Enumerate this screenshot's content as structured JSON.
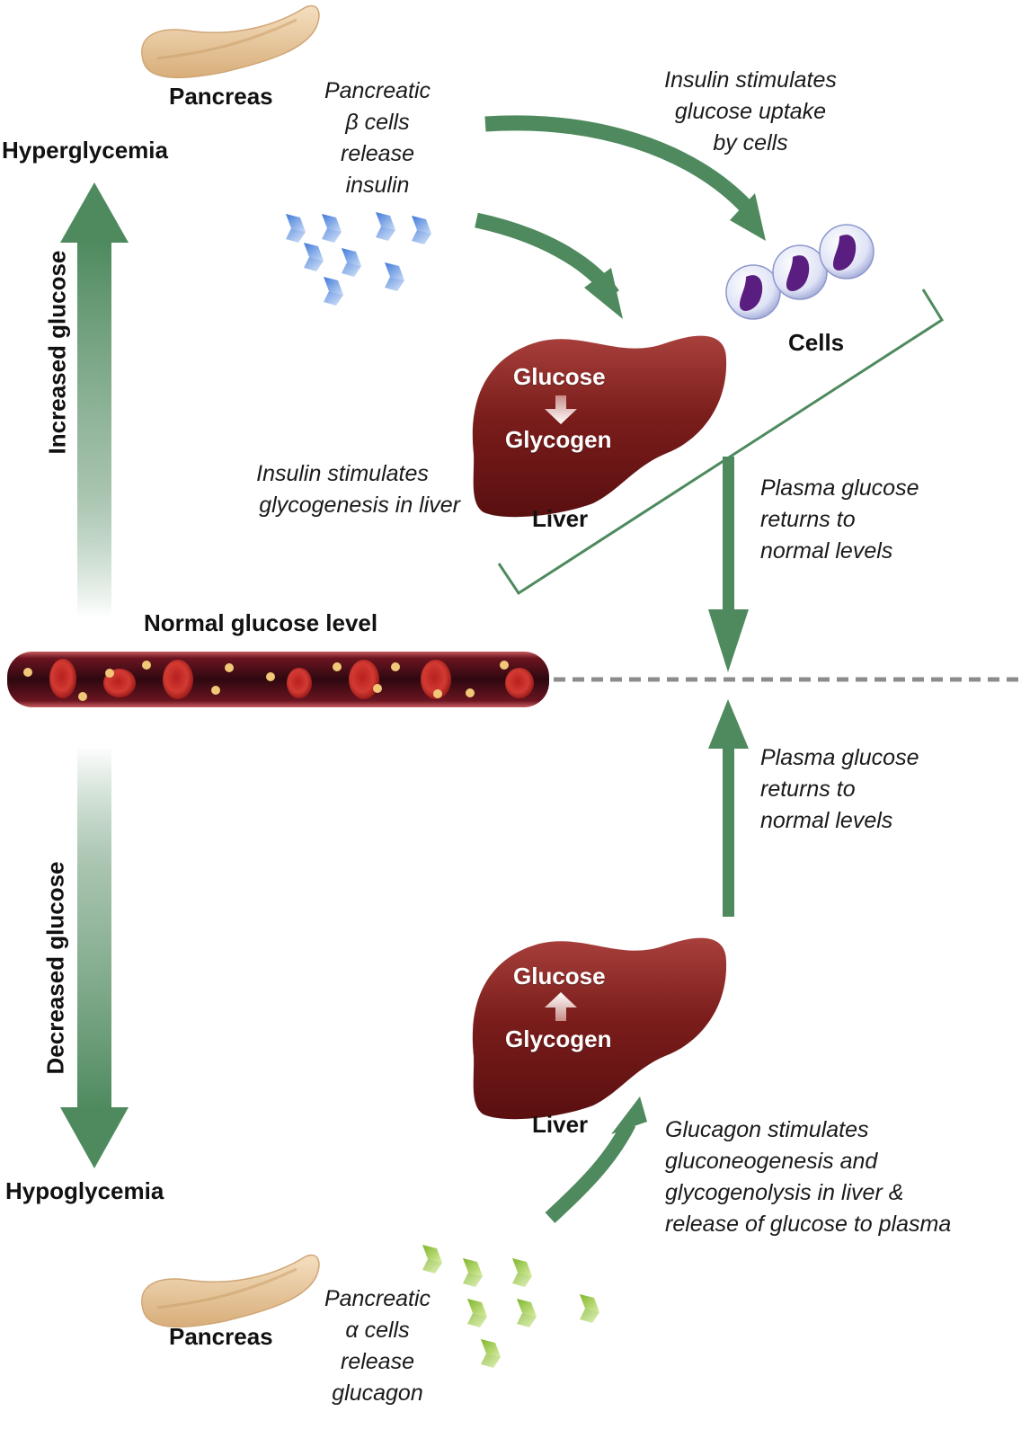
{
  "colors": {
    "arrow_green": "#4e8a5e",
    "liver_red": "#7a1a1a",
    "vessel_dark": "#3a0a0f",
    "rbc_red": "#c42a2a",
    "insulin_blue": "#5b8fe0",
    "glucagon_green": "#9ccc3c",
    "cell_purple": "#5a1d80",
    "dash_gray": "#8c8c8c"
  },
  "states": {
    "hyper": "Hyperglycemia",
    "normal": "Normal glucose level",
    "hypo": "Hypoglycemia"
  },
  "axis": {
    "increased": "Increased glucose",
    "decreased": "Decreased glucose"
  },
  "top": {
    "pancreas_label": "Pancreas",
    "beta_caption": [
      "Pancreatic",
      "β cells",
      "release",
      "insulin"
    ],
    "uptake_caption": [
      "Insulin stimulates",
      "glucose uptake",
      "by cells"
    ],
    "cells_label": "Cells",
    "liver": {
      "top": "Glucose",
      "bottom": "Glycogen",
      "label": "Liver"
    },
    "glycogenesis_caption": [
      "Insulin stimulates",
      "glycogenesis in liver"
    ],
    "return_caption": [
      "Plasma glucose",
      "returns to",
      "normal levels"
    ]
  },
  "bottom": {
    "return_caption": [
      "Plasma glucose",
      "returns to",
      "normal levels"
    ],
    "liver": {
      "top": "Glucose",
      "bottom": "Glycogen",
      "label": "Liver"
    },
    "glucagon_caption": [
      "Glucagon stimulates",
      "gluconeogenesis and",
      "glycogenolysis in liver &",
      "release of glucose to plasma"
    ],
    "pancreas_label": "Pancreas",
    "alpha_caption": [
      "Pancreatic",
      "α cells",
      "release",
      "glucagon"
    ]
  }
}
